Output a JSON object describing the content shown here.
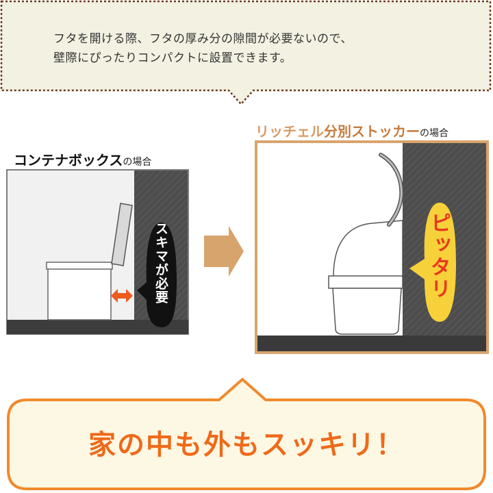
{
  "intro": {
    "line1": "フタを開ける際、フタの厚み分の隙間が必要ないので、",
    "line2": "壁際にぴったりコンパクトに設置できます。"
  },
  "left_panel": {
    "title": "コンテナボックス",
    "title_suffix": "の場合",
    "gap_label": "スキマが必要"
  },
  "right_panel": {
    "title_prefix": "リッチェル",
    "title_main": "分別ストッカー",
    "title_suffix": "の場合",
    "fit_label": "ピッタリ"
  },
  "slogan": "家の中も外もスッキリ！",
  "colors": {
    "speech_bg": "#f2f1e2",
    "speech_border": "#6b3a1e",
    "accent_orange": "#ee6a1a",
    "panel_border": "#d8a46d",
    "arrow": "#d8a46d",
    "wall_dark": "#4a4a4a",
    "floor_dark": "#3a3a3a",
    "fit_bubble": "#f7d13a",
    "gap_arrow": "#ef5a1e",
    "slogan_bg": "#fdf8e4"
  }
}
